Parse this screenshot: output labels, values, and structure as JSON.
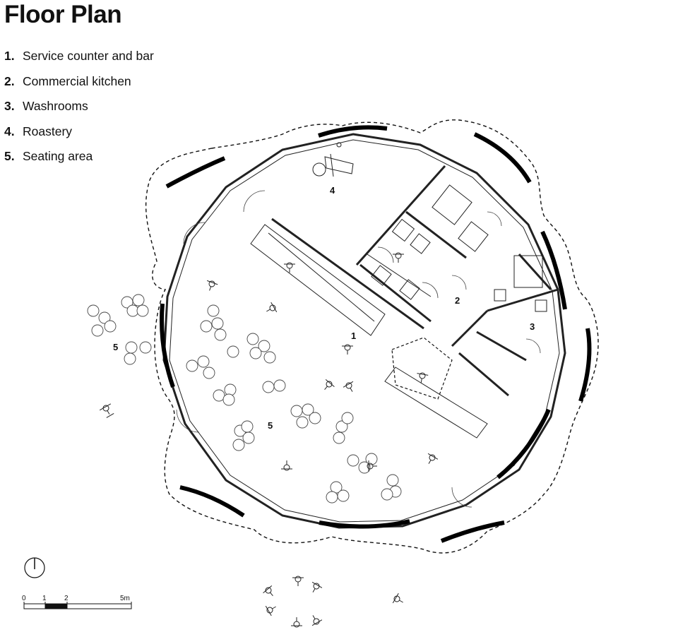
{
  "title": "Floor Plan",
  "legend": [
    {
      "num": "1.",
      "label": "Service counter and bar"
    },
    {
      "num": "2.",
      "label": "Commercial kitchen"
    },
    {
      "num": "3.",
      "label": "Washrooms"
    },
    {
      "num": "4.",
      "label": "Roastery"
    },
    {
      "num": "5.",
      "label": "Seating area"
    }
  ],
  "room_labels": {
    "counter": "1",
    "kitchen": "2",
    "washrooms": "3",
    "roastery": "4",
    "seating_inside": "5",
    "seating_outside": "5"
  },
  "scale_bar": {
    "ticks": [
      "0",
      "1",
      "2",
      "5m"
    ]
  }
}
